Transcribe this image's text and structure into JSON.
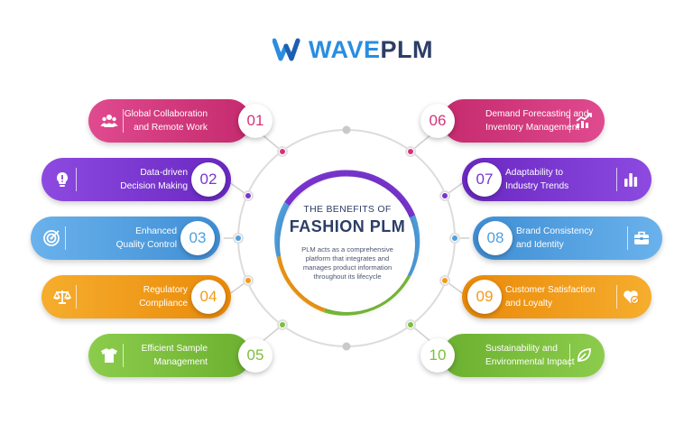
{
  "logo": {
    "part1": "WAVE",
    "part2": "PLM",
    "color": "#2a8de0"
  },
  "center": {
    "line1": "THE BENEFITS OF",
    "line2": "FASHION PLM",
    "description": "PLM acts as a comprehensive platform that integrates and manages product information throughout its lifecycle"
  },
  "benefits": [
    {
      "number": "01",
      "line1": "Global Collaboration",
      "line2": "and Remote Work",
      "icon": "team-icon",
      "color": "#d6337a"
    },
    {
      "number": "02",
      "line1": "Data-driven",
      "line2": "Decision Making",
      "icon": "lightbulb-icon",
      "color": "#7a35d1"
    },
    {
      "number": "03",
      "line1": "Enhanced",
      "line2": "Quality Control",
      "icon": "target-icon",
      "color": "#4f9fde"
    },
    {
      "number": "04",
      "line1": "Regulatory",
      "line2": "Compliance",
      "icon": "scale-icon",
      "color": "#f29a16"
    },
    {
      "number": "05",
      "line1": "Efficient Sample",
      "line2": "Management",
      "icon": "tshirt-icon",
      "color": "#7cbf3c"
    },
    {
      "number": "06",
      "line1": "Demand Forecasting and",
      "line2": "Inventory Management",
      "icon": "growth-chart-icon",
      "color": "#d6337a"
    },
    {
      "number": "07",
      "line1": "Adaptability to",
      "line2": "Industry Trends",
      "icon": "bar-chart-icon",
      "color": "#7a35d1"
    },
    {
      "number": "08",
      "line1": "Brand Consistency",
      "line2": "and Identity",
      "icon": "briefcase-icon",
      "color": "#4f9fde"
    },
    {
      "number": "09",
      "line1": "Customer Satisfaction",
      "line2": "and Loyalty",
      "icon": "heart-check-icon",
      "color": "#f29a16"
    },
    {
      "number": "10",
      "line1": "Sustainability and",
      "line2": "Environmental Impact",
      "icon": "leaf-icon",
      "color": "#7cbf3c"
    }
  ]
}
